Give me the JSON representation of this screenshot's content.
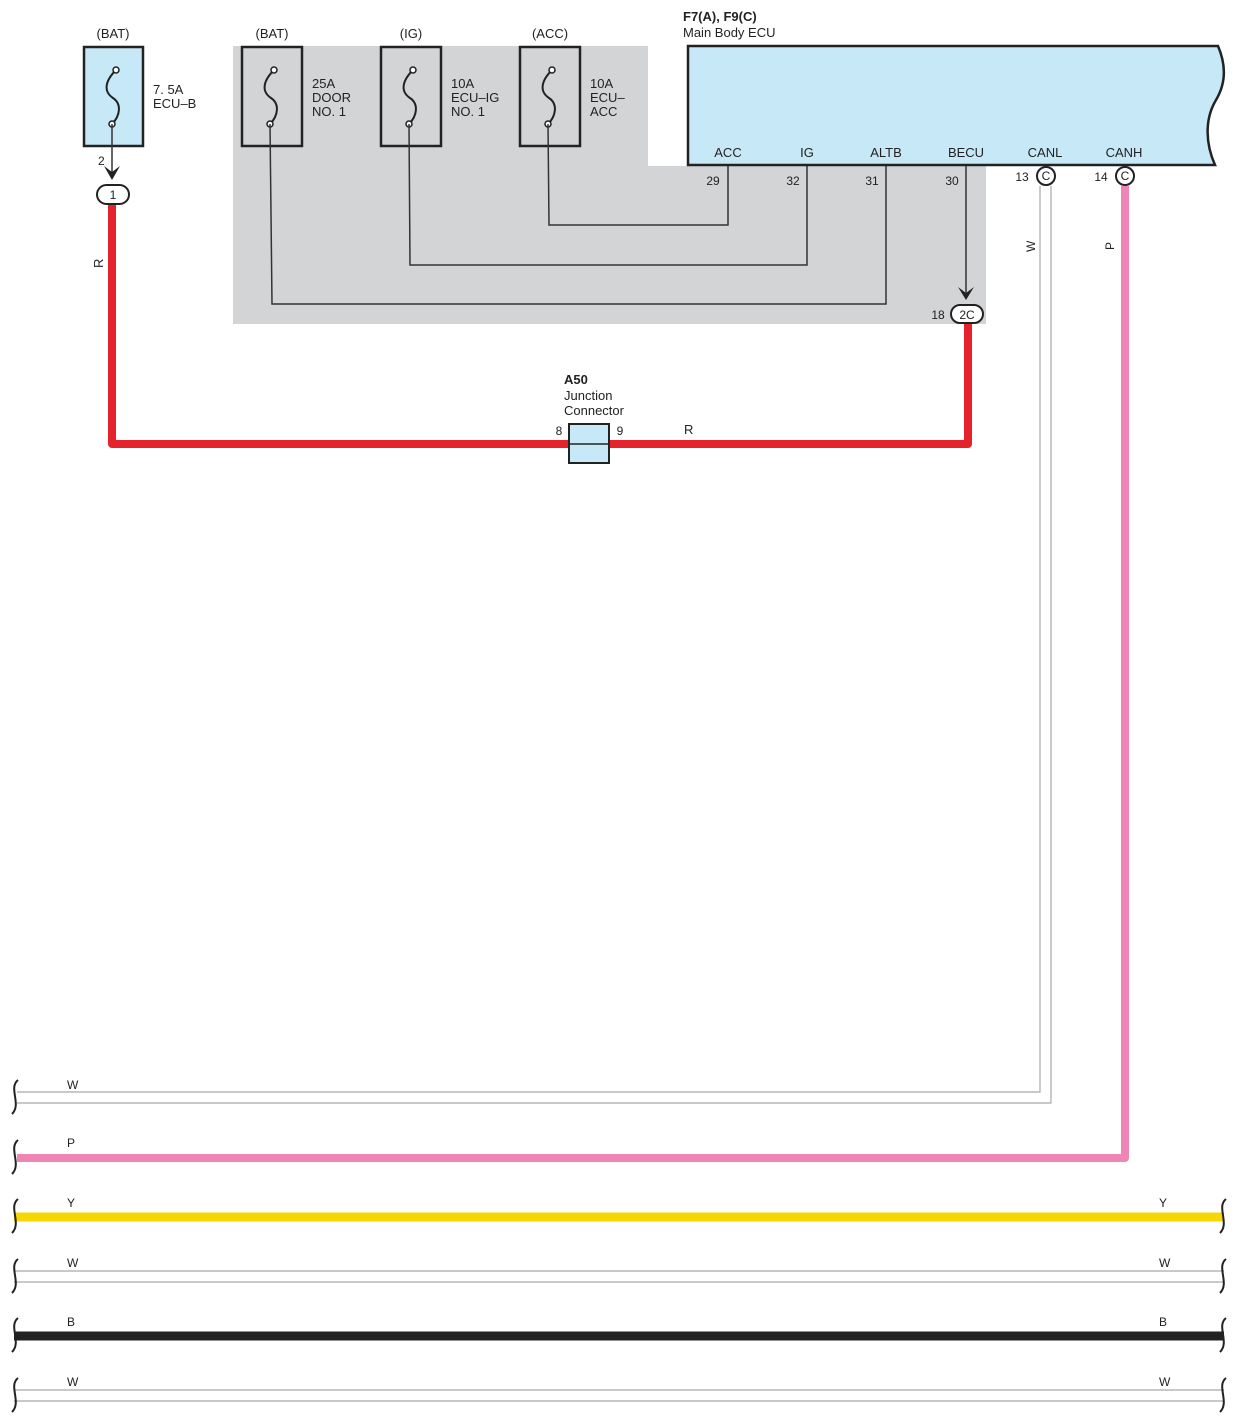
{
  "colors": {
    "red": "#e5232d",
    "pink": "#f084b4",
    "yellow": "#f7d700",
    "black": "#222222",
    "grey_wire": "#bcbcbc",
    "panel_grey": "#d3d4d6",
    "ecu_fill": "#c7e8f7",
    "line": "#333333"
  },
  "fuses": [
    {
      "source": "(BAT)",
      "rating": "7. 5A",
      "name_lines": [
        "ECU–B"
      ],
      "pin": "2",
      "junction": "1",
      "icon": "fuse-icon"
    },
    {
      "source": "(BAT)",
      "rating": "25A",
      "name_lines": [
        "DOOR",
        "NO. 1"
      ],
      "icon": "fuse-icon"
    },
    {
      "source": "(IG)",
      "rating": "10A",
      "name_lines": [
        "ECU–IG",
        "NO. 1"
      ],
      "icon": "fuse-icon"
    },
    {
      "source": "(ACC)",
      "rating": "10A",
      "name_lines": [
        "ECU–",
        "ACC"
      ],
      "icon": "fuse-icon"
    }
  ],
  "ecu": {
    "code": "F7(A), F9(C)",
    "name": "Main Body ECU",
    "terminals": [
      {
        "label": "ACC",
        "pin": "29"
      },
      {
        "label": "IG",
        "pin": "32"
      },
      {
        "label": "ALTB",
        "pin": "31"
      },
      {
        "label": "BECU",
        "pin": "30"
      },
      {
        "label": "CANL",
        "pin": "13",
        "connector": "C"
      },
      {
        "label": "CANH",
        "pin": "14",
        "connector": "C"
      }
    ]
  },
  "junction_2c": {
    "pin": "18",
    "label": "2C"
  },
  "junction_connector": {
    "code": "A50",
    "name_lines": [
      "Junction",
      "Connector"
    ],
    "pin_left": "8",
    "pin_right": "9"
  },
  "wire_labels": {
    "r_vertical": "R",
    "r_horizontal": "R",
    "canl_color": "W",
    "canh_color": "P"
  },
  "bus_lines": [
    {
      "left_label": "W",
      "right_label": "",
      "color_key": "grey_wire"
    },
    {
      "left_label": "P",
      "right_label": "",
      "color_key": "pink"
    },
    {
      "left_label": "Y",
      "right_label": "Y",
      "color_key": "yellow"
    },
    {
      "left_label": "W",
      "right_label": "W",
      "color_key": "grey_wire"
    },
    {
      "left_label": "B",
      "right_label": "B",
      "color_key": "black"
    },
    {
      "left_label": "W",
      "right_label": "W",
      "color_key": "grey_wire"
    }
  ]
}
